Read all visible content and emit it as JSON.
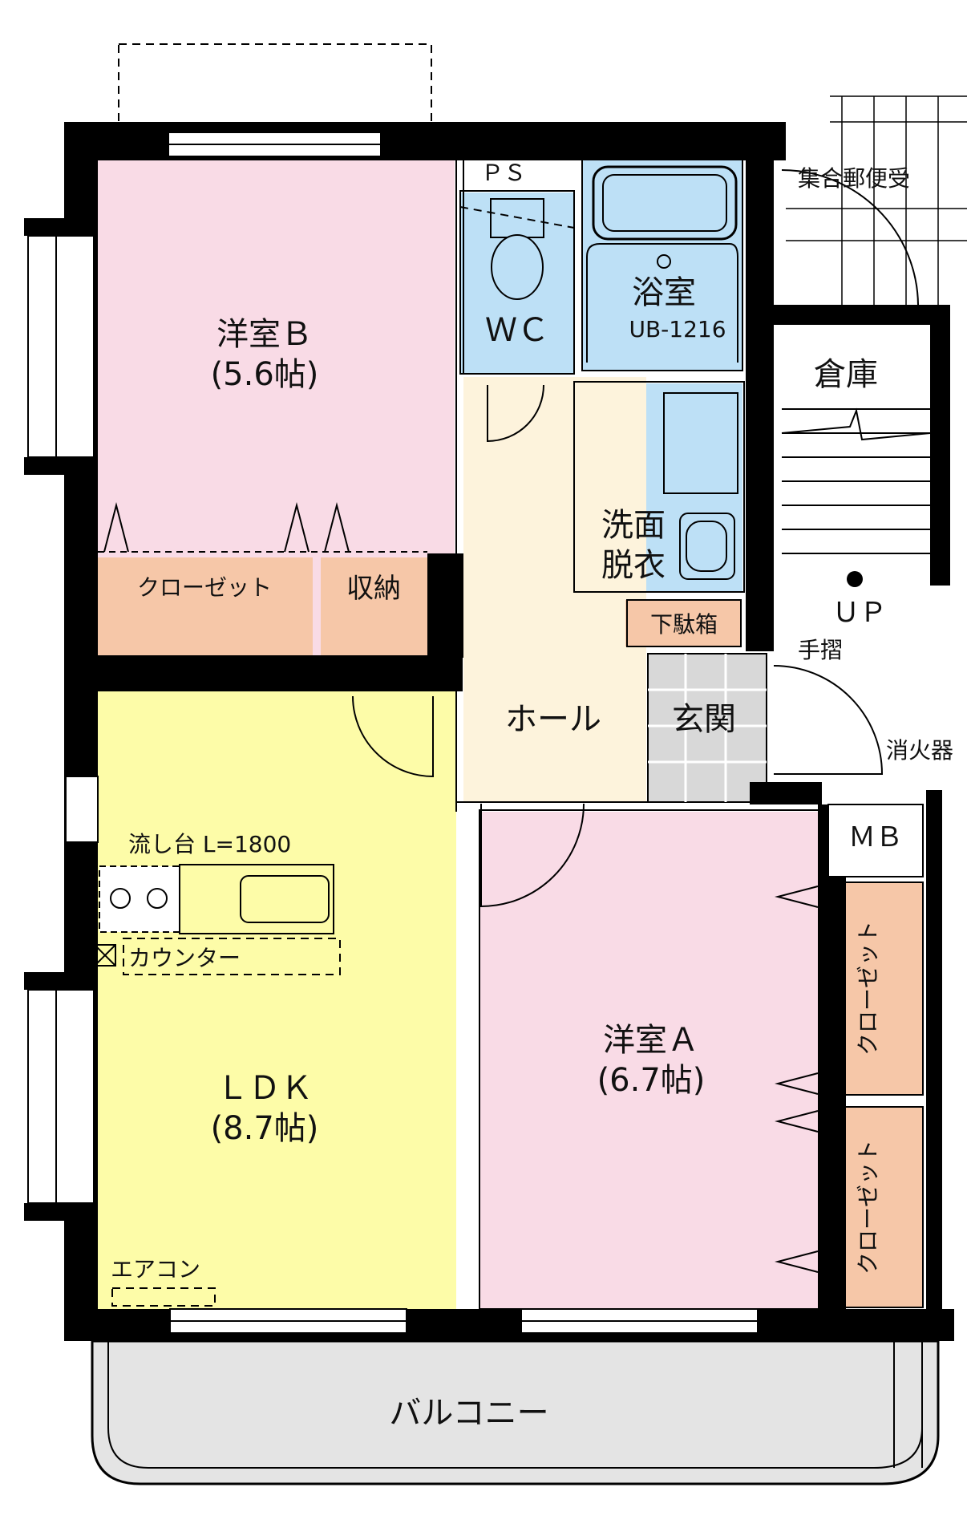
{
  "rooms": {
    "western_b": {
      "name": "洋室Ｂ",
      "size": "(5.6帖)"
    },
    "western_a": {
      "name": "洋室Ａ",
      "size": "(6.7帖)"
    },
    "ldk": {
      "name": "ＬＤＫ",
      "size": "(8.7帖)"
    },
    "wc": "ＷＣ",
    "ps": "ＰＳ",
    "bath": {
      "name": "浴室",
      "model": "UB-1216"
    },
    "washroom": {
      "line1": "洗面",
      "line2": "脱衣"
    },
    "hall": "ホール",
    "entrance": "玄関",
    "shoe_box": "下駄箱",
    "storage_room": "倉庫",
    "mb": "ＭＢ",
    "balcony": "バルコニー"
  },
  "fixtures": {
    "closet": "クローゼット",
    "storage": "収納",
    "sink": "流し台 L=1800",
    "counter": "カウンター",
    "aircon": "エアコン",
    "mailbox": "集合郵便受",
    "stairs_up": "ＵＰ",
    "handrail": "手摺",
    "fire_extinguisher": "消火器"
  },
  "colors": {
    "western_b": "#f9dbe6",
    "western_a": "#f9dbe6",
    "ldk": "#fdfca8",
    "wet_area": "#bde0f6",
    "hall": "#fdf3dc",
    "closet": "#f6c7a8",
    "entrance_tile": "#d8d8d8",
    "balcony": "#e4e4e4"
  }
}
